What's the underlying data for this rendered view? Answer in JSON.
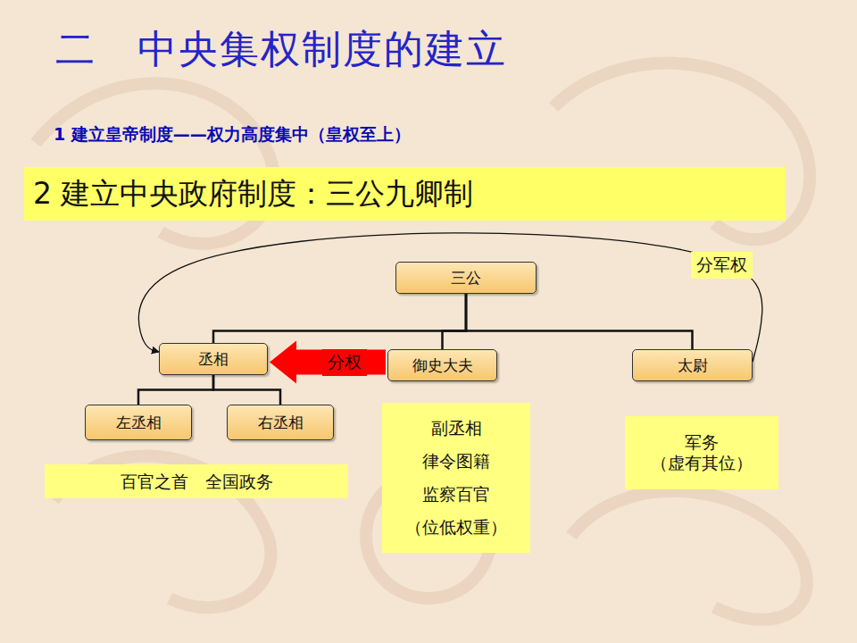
{
  "diagram": {
    "title": "二　中央集权制度的建立",
    "nodes": [
      {
        "text": [
          "2 建立中央政府制度：三公九卿制"
        ]
      },
      {
        "text": [
          "三公"
        ]
      },
      {
        "text": [
          "丞相"
        ]
      },
      {
        "text": [
          "御史大夫"
        ]
      },
      {
        "text": [
          "太尉"
        ]
      },
      {
        "text": [
          "左丞相"
        ]
      },
      {
        "text": [
          "右丞相"
        ]
      },
      {
        "text": [
          "百官之首　全国政务"
        ]
      },
      {
        "text": [
          "副丞相",
          "律令图籍",
          "监察百官",
          "（位低权重）"
        ]
      },
      {
        "text": [
          "军务",
          "（虚有其位）"
        ]
      }
    ],
    "edges": [
      {
        "from": 1,
        "to": 2,
        "arrow": "none"
      },
      {
        "from": 1,
        "to": 3,
        "arrow": "none"
      },
      {
        "from": 1,
        "to": 4,
        "arrow": "none"
      },
      {
        "from": 2,
        "to": 5,
        "arrow": "none"
      },
      {
        "from": 2,
        "to": 6,
        "arrow": "none"
      },
      {
        "from": 3,
        "to": 2,
        "arrow": "to",
        "label": "分权"
      },
      {
        "from": 4,
        "to": 2,
        "arrow": "to",
        "label": "分军权"
      }
    ],
    "labels": [
      "1 建立皇帝制度——权力高度集中（皇权至上）"
    ]
  }
}
